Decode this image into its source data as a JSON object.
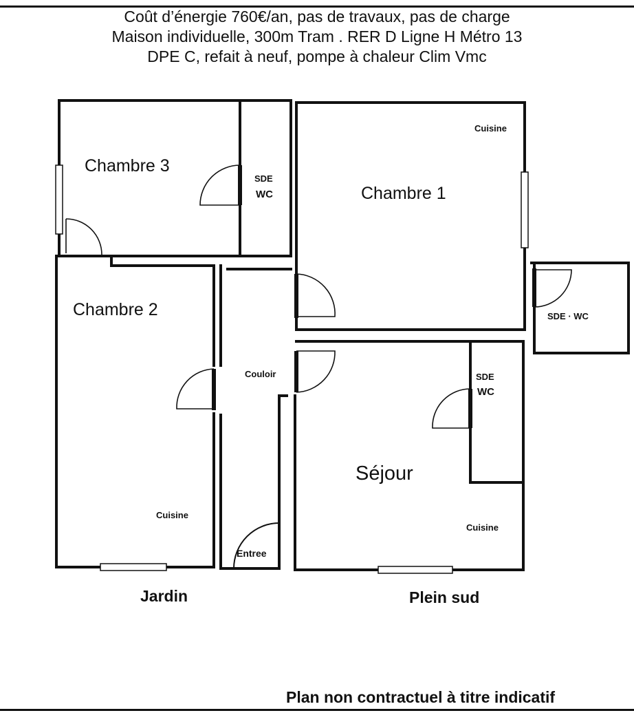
{
  "header": {
    "lines": [
      "Coût d’énergie 760€/an, pas de travaux, pas de charge",
      "Maison individuelle, 300m Tram . RER D Ligne H Métro 13",
      "DPE C, refait à neuf, pompe à chaleur Clim Vmc"
    ]
  },
  "rooms": {
    "chambre3": "Chambre 3",
    "chambre1": "Chambre 1",
    "chambre2": "Chambre 2",
    "sejour": "Séjour"
  },
  "fixtures": {
    "sde_wc_top_1": "SDE",
    "sde_wc_top_2": "WC",
    "cuisine_chambre1": "Cuisine",
    "sde_wc_right": "SDE · WC",
    "couloir": "Couloir",
    "sde_wc_sejour_1": "SDE",
    "sde_wc_sejour_2": "WC",
    "cuisine_chambre2": "Cuisine",
    "cuisine_sejour": "Cuisine",
    "entree": "Entree"
  },
  "captions": {
    "jardin": "Jardin",
    "plein_sud": "Plein sud"
  },
  "footer": {
    "note": "Plan non contractuel à titre indicatif"
  }
}
